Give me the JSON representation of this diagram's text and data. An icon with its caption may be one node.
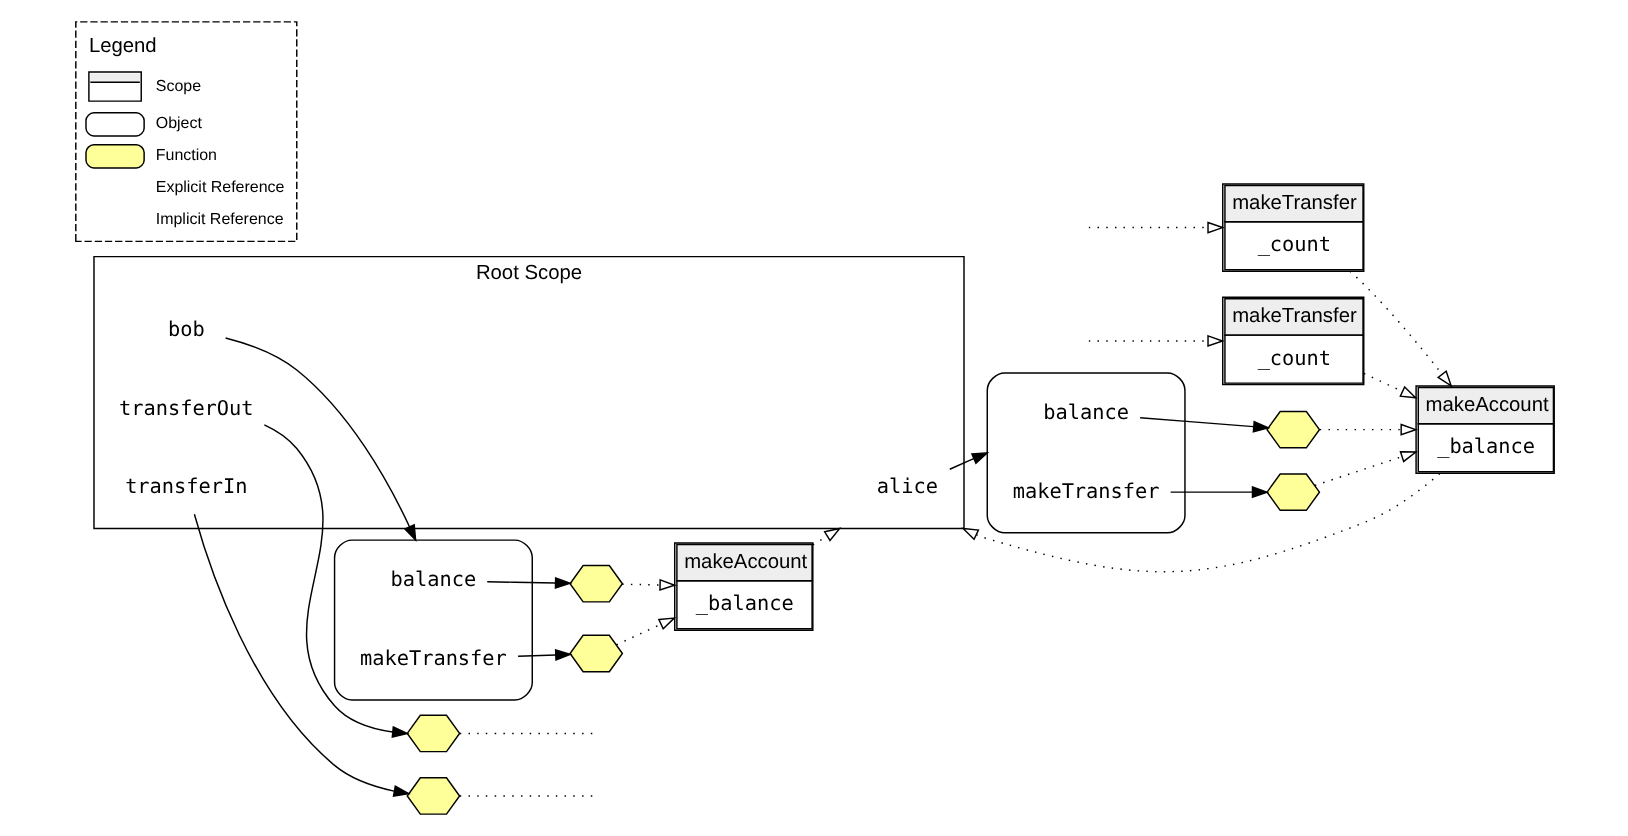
{
  "diagram": {
    "nodes": [
      {
        "text": [
          "Root Scope"
        ]
      },
      {
        "text": [
          "alice"
        ],
        "in": 0
      },
      {
        "text": [
          "bob"
        ],
        "in": 0
      },
      {
        "text": [
          "transferOut"
        ],
        "in": 0
      },
      {
        "text": [
          "transferIn"
        ],
        "in": 0
      },
      {
        "text": [
          "makeAccount",
          "_balance"
        ]
      },
      {
        "text": [
          "makeTransfer",
          "_count"
        ]
      },
      {
        "text": [],
        "shape": "box"
      },
      {
        "text": [
          "balance"
        ],
        "in": 7
      },
      {
        "text": [
          "makeTransfer"
        ],
        "in": 7
      },
      {
        "text": [],
        "shape": "hexagon"
      },
      {
        "text": [],
        "shape": "hexagon"
      },
      {
        "text": [],
        "shape": "hexagon"
      },
      {
        "text": [
          "makeTransfer",
          "_count"
        ]
      },
      {
        "text": [
          "makeAccount",
          "_balance"
        ]
      },
      {
        "text": [],
        "shape": "box"
      },
      {
        "text": [
          "balance"
        ],
        "in": 15
      },
      {
        "text": [
          "makeTransfer"
        ],
        "in": 15
      },
      {
        "text": [],
        "shape": "hexagon"
      },
      {
        "text": [],
        "shape": "hexagon"
      },
      {
        "text": [],
        "shape": "hexagon"
      }
    ],
    "edges": [
      {
        "from": 5,
        "to": 0,
        "arrow": "to",
        "style": "dashed"
      },
      {
        "from": 6,
        "to": 5,
        "arrow": "to",
        "style": "dashed"
      },
      {
        "from": 10,
        "to": 5,
        "arrow": "to",
        "style": "dashed"
      },
      {
        "from": 11,
        "to": 5,
        "arrow": "to",
        "style": "dashed"
      },
      {
        "from": 13,
        "to": 5,
        "arrow": "to",
        "style": "dashed"
      },
      {
        "from": 14,
        "to": 0,
        "arrow": "to",
        "style": "dashed"
      },
      {
        "from": 18,
        "to": 14,
        "arrow": "to",
        "style": "dashed"
      },
      {
        "from": 19,
        "to": 14,
        "arrow": "to",
        "style": "dashed"
      },
      {
        "from": 12,
        "to": null,
        "arrow": "none",
        "style": "dashed"
      },
      {
        "from": 20,
        "to": null,
        "arrow": "none",
        "style": "dashed"
      },
      {
        "from": null,
        "to": 6,
        "arrow": "to",
        "style": "dashed"
      },
      {
        "from": null,
        "to": 13,
        "arrow": "to",
        "style": "dashed"
      },
      {
        "from": 1,
        "to": 7,
        "arrow": "to"
      },
      {
        "from": 2,
        "to": 15,
        "arrow": "to"
      },
      {
        "from": 3,
        "to": 12,
        "arrow": "to"
      },
      {
        "from": 4,
        "to": 20,
        "arrow": "to"
      },
      {
        "from": 8,
        "to": 10,
        "arrow": "to"
      },
      {
        "from": 9,
        "to": 11,
        "arrow": "to"
      },
      {
        "from": 16,
        "to": 18,
        "arrow": "to"
      },
      {
        "from": 17,
        "to": 19,
        "arrow": "to"
      }
    ],
    "labels": [
      "Legend"
    ],
    "legend": [
      {
        "text": "Scope"
      },
      {
        "text": "Object"
      },
      {
        "text": "Function"
      },
      {
        "text": "Explicit Reference"
      },
      {
        "text": "Implicit Reference"
      }
    ]
  }
}
